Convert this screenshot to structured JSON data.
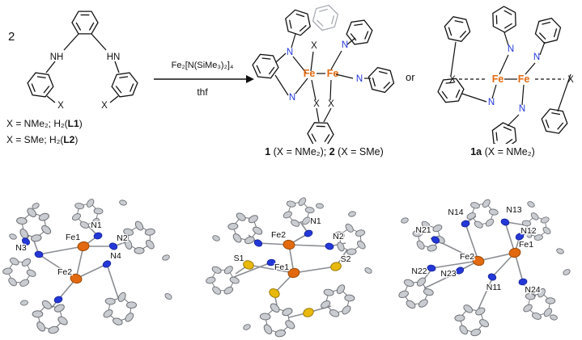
{
  "colors": {
    "fe": "#e2690f",
    "n": "#2438d8",
    "s": "#e8b90c",
    "black": "#111111",
    "gray_ring": "#a9adb3",
    "ellipsoid_fill": "#c9ccd1",
    "ellipsoid_stroke": "#6f7277",
    "bond_gray": "#8a8d92"
  },
  "scheme": {
    "coefficient": "2",
    "ligand": {
      "nh_left": "NH",
      "nh_right": "HN",
      "x_left": "X",
      "x_right": "X"
    },
    "definitions": [
      {
        "parts": [
          "X = NMe₂; H₂(",
          "L1",
          ")"
        ]
      },
      {
        "parts": [
          "X = SMe; H₂(",
          "L2",
          ")"
        ]
      }
    ],
    "arrow": {
      "reagent": "Fe₂[N(SiMe₃)₂]₄",
      "solvent": "thf"
    },
    "conjunction": "or",
    "product1": {
      "fe1": "Fe",
      "fe2": "Fe",
      "n": "N",
      "x": "X",
      "caption_parts": [
        "1",
        " (X = NMe₂); ",
        "2",
        " (X = SMe)"
      ]
    },
    "product1a": {
      "fe1": "Fe",
      "fe2": "Fe",
      "n": "N",
      "x": "X",
      "caption_parts": [
        "1a",
        " (X = NMe₂)"
      ]
    }
  },
  "ortep": [
    {
      "labels": {
        "fe1": "Fe1",
        "fe2": "Fe2",
        "n1": "N1",
        "n2": "N2",
        "n3": "N3",
        "n4": "N4"
      }
    },
    {
      "labels": {
        "fe1": "Fe1",
        "fe2": "Fe2",
        "n1": "N1",
        "n2": "N2",
        "s1": "S1",
        "s2": "S2"
      }
    },
    {
      "labels": {
        "fe1": "Fe1",
        "fe2": "Fe2",
        "n11": "N11",
        "n12": "N12",
        "n13": "N13",
        "n14": "N14",
        "n21": "N21",
        "n22": "N22",
        "n23": "N23",
        "n24": "N24"
      }
    }
  ]
}
